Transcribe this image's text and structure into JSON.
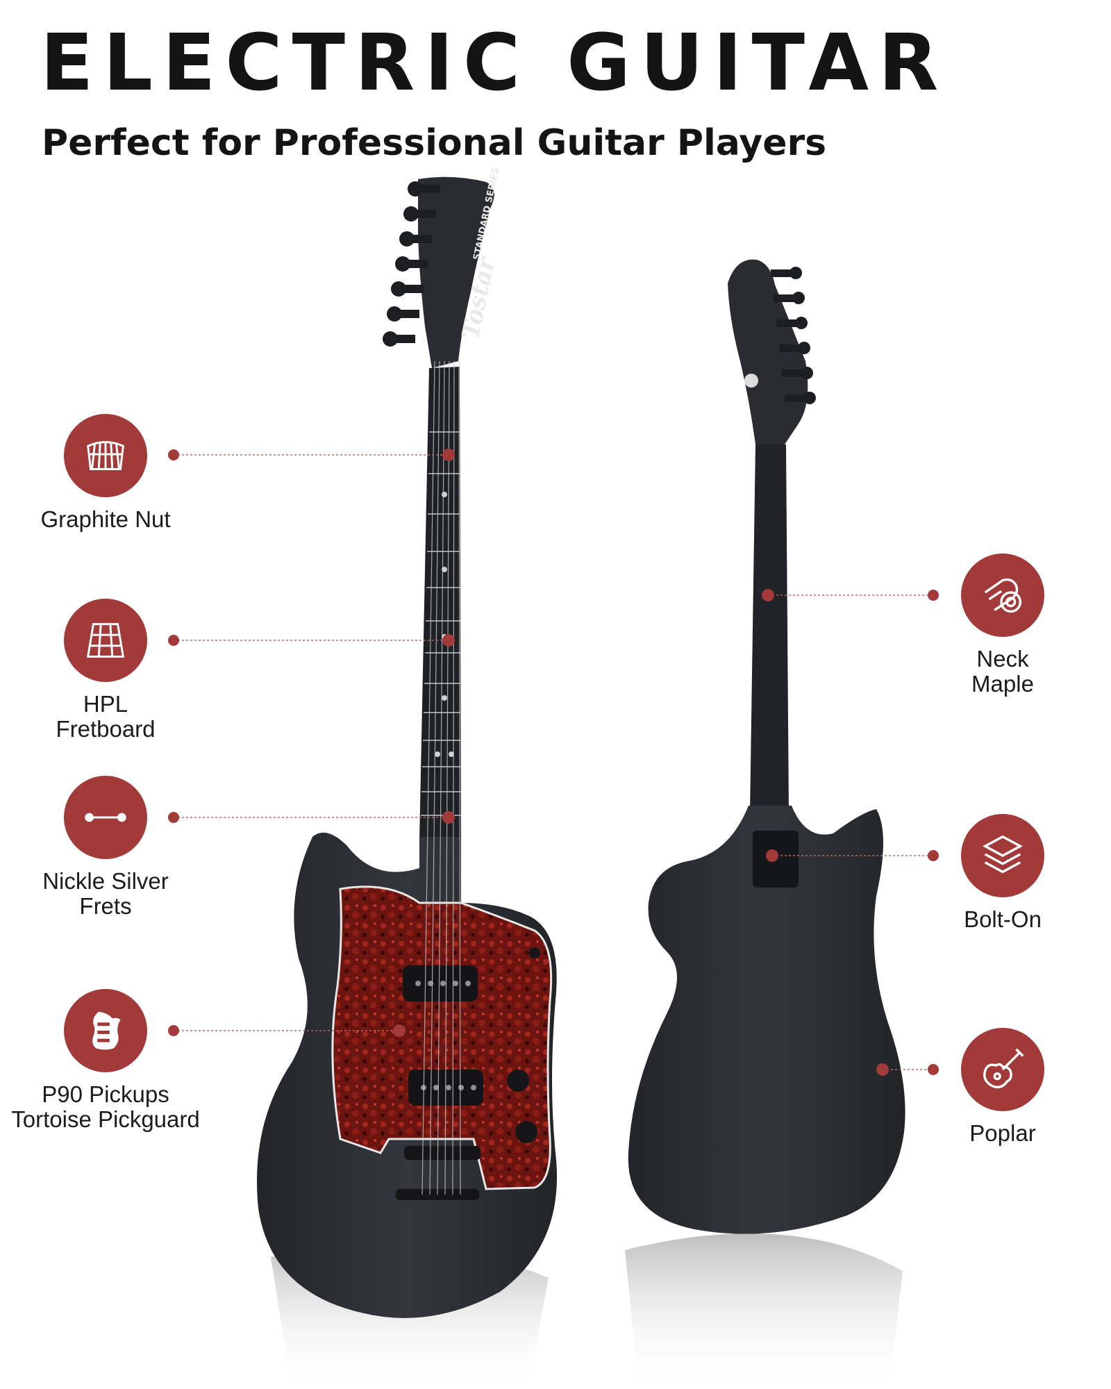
{
  "header": {
    "title": "ELECTRIC GUITAR",
    "subtitle": "Perfect for Professional Guitar Players"
  },
  "headstock_text": {
    "brand": "Tostar",
    "series": "STANDARD SERIES"
  },
  "colors": {
    "accent": "#a33a3a",
    "body": "#2b2d33",
    "pickguard": "#6b1410"
  },
  "features_left": [
    {
      "icon": "graphite-nut-icon",
      "lines": [
        "Graphite Nut"
      ]
    },
    {
      "icon": "fretboard-icon",
      "lines": [
        "HPL",
        "Fretboard"
      ]
    },
    {
      "icon": "fret-wire-icon",
      "lines": [
        "Nickle Silver",
        "Frets"
      ]
    },
    {
      "icon": "pickguard-icon",
      "lines": [
        "P90 Pickups",
        "Tortoise Pickguard"
      ]
    }
  ],
  "features_right": [
    {
      "icon": "maple-log-icon",
      "lines": [
        "Neck",
        "Maple"
      ]
    },
    {
      "icon": "bolt-on-layers-icon",
      "lines": [
        "Bolt-On"
      ]
    },
    {
      "icon": "guitar-body-icon",
      "lines": [
        "Poplar"
      ]
    }
  ]
}
